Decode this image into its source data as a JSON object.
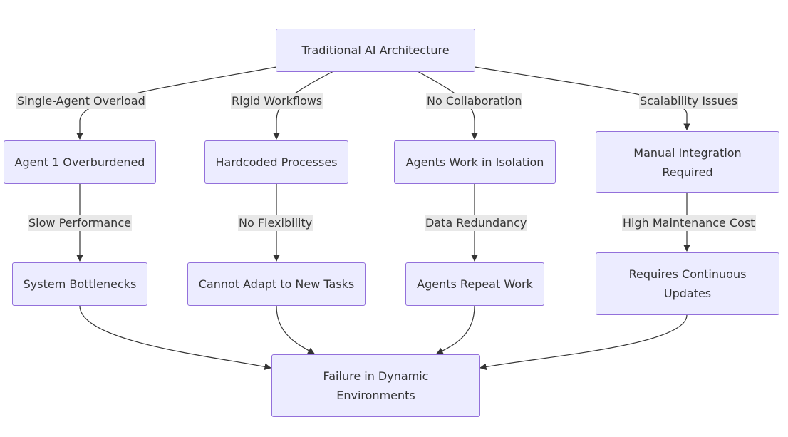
{
  "nodes": {
    "root": "Traditional AI Architecture",
    "agent1": "Agent 1 Overburdened",
    "hardcoded": "Hardcoded Processes",
    "isolation": "Agents Work in Isolation",
    "manual": "Manual Integration Required",
    "bottlenecks": "System Bottlenecks",
    "adapt": "Cannot Adapt to New Tasks",
    "repeat": "Agents Repeat Work",
    "updates": "Requires Continuous Updates",
    "failure": "Failure in Dynamic Environments"
  },
  "edge_labels": {
    "overload": "Single-Agent Overload",
    "rigid": "Rigid Workflows",
    "collab": "No Collaboration",
    "scalability": "Scalability Issues",
    "slow": "Slow Performance",
    "flex": "No Flexibility",
    "redundancy": "Data Redundancy",
    "maintenance": "High Maintenance Cost"
  },
  "colors": {
    "node_fill": "#ececff",
    "node_border": "#9370db",
    "edge": "#333333",
    "label_bg": "#e8e8e8"
  }
}
